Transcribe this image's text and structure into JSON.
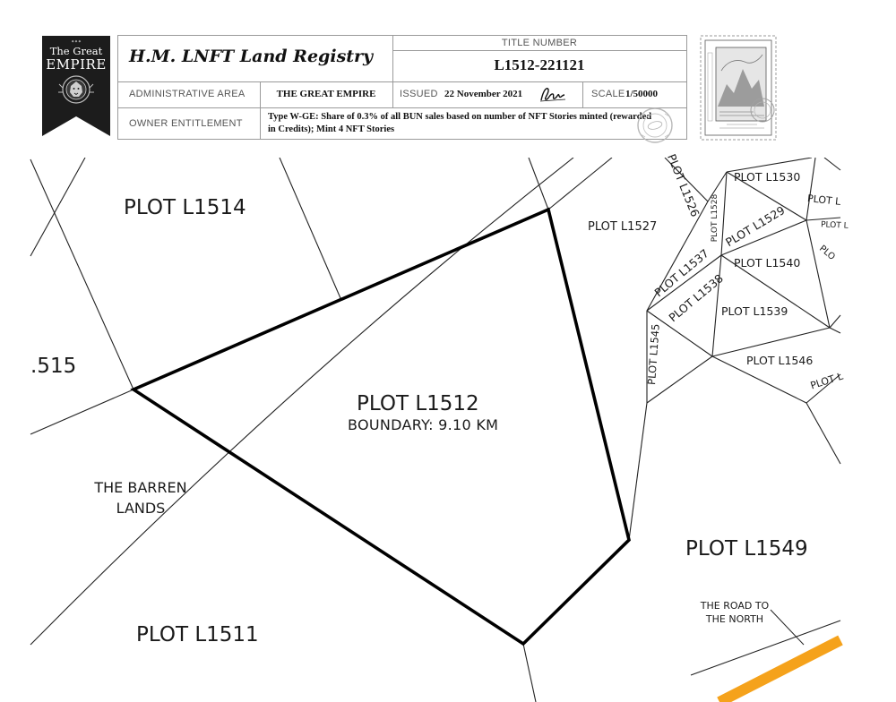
{
  "banner": {
    "line1": "The Great",
    "line2": "EMPIRE"
  },
  "registry": {
    "title": "H.M. LNFT Land Registry",
    "title_number_label": "TITLE NUMBER",
    "title_number": "L1512-221121",
    "administrative_area_label": "ADMINISTRATIVE AREA",
    "administrative_area": "THE GREAT EMPIRE",
    "issued_label": "ISSUED",
    "issued_date": "22 November 2021",
    "scale_label": "SCALE",
    "scale": "1/50000",
    "owner_entitlement_label": "OWNER ENTITLEMENT",
    "owner_entitlement": "Type W-GE: Share of 0.3% of all BUN sales based on number of NFT Stories minted (rewarded in Credits); Mint 4 NFT Stories"
  },
  "stamp": {
    "icon": "postage-stamp-icon",
    "seal_icon": "circular-seal-icon"
  },
  "map": {
    "main_plot": {
      "name": "PLOT L1512",
      "boundary": "BOUNDARY: 9.10 KM"
    },
    "labels": {
      "l1514": "PLOT L1514",
      "l1515": ".515",
      "barren_lands": "THE BARREN\nLANDS",
      "l1511": "PLOT L1511",
      "l1527": "PLOT L1527",
      "l1549": "PLOT L1549",
      "l1526": "PLOT L1526",
      "l1528": "PLOT L1528",
      "l1530": "PLOT L1530",
      "l1529": "PLOT L1529",
      "l1531_partial": "PLOT L",
      "l1540": "PLOT L1540",
      "l1537": "PLOT L1537",
      "l1538": "PLOT L1538",
      "l1539": "PLOT L1539",
      "l1545": "PLOT L1545",
      "l1546": "PLOT L1546",
      "l1532_partial": "PLOT L",
      "l1533_partial": "PLO",
      "l1547_partial": "PLOT L",
      "road": "THE ROAD TO\nTHE NORTH"
    },
    "colors": {
      "road": "#f5a21b",
      "boundary": "#000000",
      "lines": "#222222"
    }
  }
}
